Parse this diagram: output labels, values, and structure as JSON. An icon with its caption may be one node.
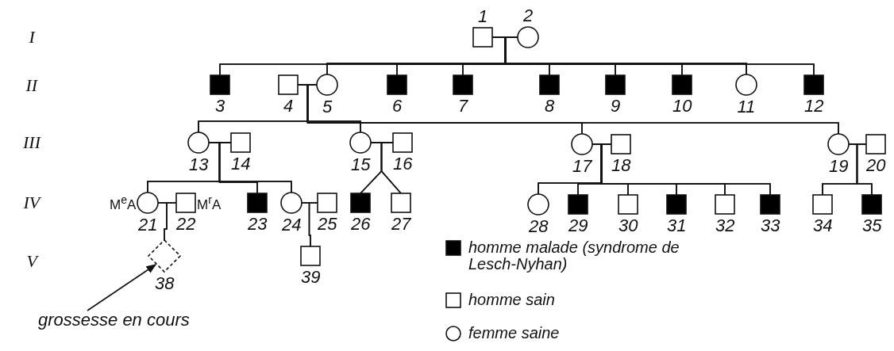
{
  "diagram": {
    "nodes": [
      {
        "text": [],
        "shape": "box",
        "beside": [
          "1"
        ]
      },
      {
        "text": [],
        "shape": "circle",
        "beside": [
          "2"
        ]
      },
      {
        "text": [],
        "shape": "block",
        "beside": [
          "3"
        ]
      },
      {
        "text": [],
        "shape": "box",
        "beside": [
          "4"
        ]
      },
      {
        "text": [],
        "shape": "circle",
        "beside": [
          "5"
        ]
      },
      {
        "text": [],
        "shape": "block",
        "beside": [
          "6"
        ]
      },
      {
        "text": [],
        "shape": "block",
        "beside": [
          "7"
        ]
      },
      {
        "text": [],
        "shape": "block",
        "beside": [
          "8"
        ]
      },
      {
        "text": [],
        "shape": "block",
        "beside": [
          "9"
        ]
      },
      {
        "text": [],
        "shape": "block",
        "beside": [
          "10"
        ]
      },
      {
        "text": [],
        "shape": "circle",
        "beside": [
          "11"
        ]
      },
      {
        "text": [],
        "shape": "block",
        "beside": [
          "12"
        ]
      },
      {
        "text": [],
        "shape": "circle",
        "beside": [
          "13"
        ]
      },
      {
        "text": [],
        "shape": "box",
        "beside": [
          "14"
        ]
      },
      {
        "text": [],
        "shape": "circle",
        "beside": [
          "15"
        ]
      },
      {
        "text": [],
        "shape": "box",
        "beside": [
          "16"
        ]
      },
      {
        "text": [],
        "shape": "circle",
        "beside": [
          "17"
        ]
      },
      {
        "text": [],
        "shape": "box",
        "beside": [
          "18"
        ]
      },
      {
        "text": [],
        "shape": "circle",
        "beside": [
          "19"
        ]
      },
      {
        "text": [],
        "shape": "box",
        "beside": [
          "20"
        ]
      },
      {
        "text": [],
        "shape": "circle",
        "beside": [
          "21",
          "M$^{e}$A"
        ]
      },
      {
        "text": [],
        "shape": "box",
        "beside": [
          "22",
          "M$^{r}$A"
        ]
      },
      {
        "text": [],
        "shape": "block",
        "beside": [
          "23"
        ]
      },
      {
        "text": [],
        "shape": "circle",
        "beside": [
          "24"
        ]
      },
      {
        "text": [],
        "shape": "box",
        "beside": [
          "25"
        ]
      },
      {
        "text": [],
        "shape": "block",
        "beside": [
          "26"
        ]
      },
      {
        "text": [],
        "shape": "box",
        "beside": [
          "27"
        ]
      },
      {
        "text": [],
        "shape": "circle",
        "beside": [
          "28"
        ]
      },
      {
        "text": [],
        "shape": "block",
        "beside": [
          "29"
        ]
      },
      {
        "text": [],
        "shape": "box",
        "beside": [
          "30"
        ]
      },
      {
        "text": [],
        "shape": "block",
        "beside": [
          "31"
        ]
      },
      {
        "text": [],
        "shape": "box",
        "beside": [
          "32"
        ]
      },
      {
        "text": [],
        "shape": "block",
        "beside": [
          "33"
        ]
      },
      {
        "text": [],
        "shape": "box",
        "beside": [
          "34"
        ]
      },
      {
        "text": [],
        "shape": "block",
        "beside": [
          "35"
        ]
      },
      {
        "text": [],
        "shape": "diamond",
        "beside": [
          "38"
        ]
      },
      {
        "text": [],
        "shape": "box",
        "beside": [
          "39"
        ]
      },
      {
        "text": [
          "grossesse en cours"
        ]
      }
    ],
    "edges": [
      {
        "from": 0,
        "to": 1,
        "arrow": "none"
      },
      {
        "from": 0,
        "to": 2,
        "arrow": "none"
      },
      {
        "from": 1,
        "to": 2,
        "arrow": "none"
      },
      {
        "from": 0,
        "to": 4,
        "arrow": "none"
      },
      {
        "from": 1,
        "to": 4,
        "arrow": "none"
      },
      {
        "from": 0,
        "to": 5,
        "arrow": "none"
      },
      {
        "from": 1,
        "to": 5,
        "arrow": "none"
      },
      {
        "from": 0,
        "to": 6,
        "arrow": "none"
      },
      {
        "from": 1,
        "to": 6,
        "arrow": "none"
      },
      {
        "from": 0,
        "to": 7,
        "arrow": "none"
      },
      {
        "from": 1,
        "to": 7,
        "arrow": "none"
      },
      {
        "from": 0,
        "to": 8,
        "arrow": "none"
      },
      {
        "from": 1,
        "to": 8,
        "arrow": "none"
      },
      {
        "from": 0,
        "to": 9,
        "arrow": "none"
      },
      {
        "from": 1,
        "to": 9,
        "arrow": "none"
      },
      {
        "from": 0,
        "to": 10,
        "arrow": "none"
      },
      {
        "from": 1,
        "to": 10,
        "arrow": "none"
      },
      {
        "from": 0,
        "to": 11,
        "arrow": "none"
      },
      {
        "from": 1,
        "to": 11,
        "arrow": "none"
      },
      {
        "from": 3,
        "to": 4,
        "arrow": "none"
      },
      {
        "from": 3,
        "to": 12,
        "arrow": "none"
      },
      {
        "from": 4,
        "to": 12,
        "arrow": "none"
      },
      {
        "from": 3,
        "to": 14,
        "arrow": "none"
      },
      {
        "from": 4,
        "to": 14,
        "arrow": "none"
      },
      {
        "from": 3,
        "to": 16,
        "arrow": "none"
      },
      {
        "from": 4,
        "to": 16,
        "arrow": "none"
      },
      {
        "from": 3,
        "to": 18,
        "arrow": "none"
      },
      {
        "from": 4,
        "to": 18,
        "arrow": "none"
      },
      {
        "from": 12,
        "to": 13,
        "arrow": "none"
      },
      {
        "from": 12,
        "to": 20,
        "arrow": "none"
      },
      {
        "from": 13,
        "to": 20,
        "arrow": "none"
      },
      {
        "from": 12,
        "to": 22,
        "arrow": "none"
      },
      {
        "from": 13,
        "to": 22,
        "arrow": "none"
      },
      {
        "from": 12,
        "to": 23,
        "arrow": "none"
      },
      {
        "from": 13,
        "to": 23,
        "arrow": "none"
      },
      {
        "from": 14,
        "to": 15,
        "arrow": "none"
      },
      {
        "from": 14,
        "to": 25,
        "arrow": "none"
      },
      {
        "from": 15,
        "to": 25,
        "arrow": "none"
      },
      {
        "from": 14,
        "to": 26,
        "arrow": "none"
      },
      {
        "from": 15,
        "to": 26,
        "arrow": "none"
      },
      {
        "from": 16,
        "to": 17,
        "arrow": "none"
      },
      {
        "from": 16,
        "to": 27,
        "arrow": "none"
      },
      {
        "from": 17,
        "to": 27,
        "arrow": "none"
      },
      {
        "from": 16,
        "to": 28,
        "arrow": "none"
      },
      {
        "from": 17,
        "to": 28,
        "arrow": "none"
      },
      {
        "from": 16,
        "to": 29,
        "arrow": "none"
      },
      {
        "from": 17,
        "to": 29,
        "arrow": "none"
      },
      {
        "from": 16,
        "to": 30,
        "arrow": "none"
      },
      {
        "from": 17,
        "to": 30,
        "arrow": "none"
      },
      {
        "from": 16,
        "to": 31,
        "arrow": "none"
      },
      {
        "from": 17,
        "to": 31,
        "arrow": "none"
      },
      {
        "from": 16,
        "to": 32,
        "arrow": "none"
      },
      {
        "from": 17,
        "to": 32,
        "arrow": "none"
      },
      {
        "from": 18,
        "to": 19,
        "arrow": "none"
      },
      {
        "from": 18,
        "to": 33,
        "arrow": "none"
      },
      {
        "from": 19,
        "to": 33,
        "arrow": "none"
      },
      {
        "from": 18,
        "to": 34,
        "arrow": "none"
      },
      {
        "from": 19,
        "to": 34,
        "arrow": "none"
      },
      {
        "from": 20,
        "to": 21,
        "arrow": "none"
      },
      {
        "from": 20,
        "to": 35,
        "arrow": "none"
      },
      {
        "from": 21,
        "to": 35,
        "arrow": "none"
      },
      {
        "from": 23,
        "to": 24,
        "arrow": "none"
      },
      {
        "from": 23,
        "to": 36,
        "arrow": "none"
      },
      {
        "from": 24,
        "to": 36,
        "arrow": "none"
      },
      {
        "from": 37,
        "to": 35,
        "arrow": "to"
      }
    ],
    "labels": [
      "I",
      "II",
      "III",
      "IV",
      "V"
    ],
    "legend": [
      {
        "text": "homme malade (syndrome de Lesch-Nyhan)"
      },
      {
        "text": "homme sain"
      },
      {
        "text": "femme saine"
      }
    ]
  }
}
